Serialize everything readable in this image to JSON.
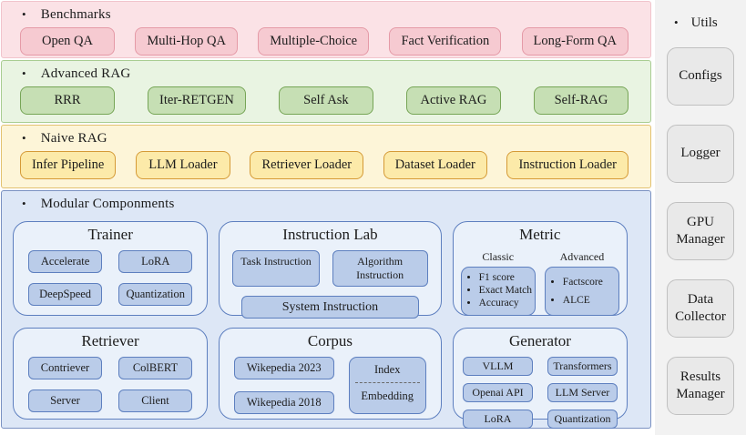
{
  "bullet": "•",
  "colors": {
    "pink_band": "#fbe2e6",
    "pink_chip": "#f6cad1",
    "pink_border": "#e59aa7",
    "green_band": "#e9f4e2",
    "green_chip": "#c6dfb4",
    "green_border": "#76a556",
    "yellow_band": "#fdf5d8",
    "yellow_chip": "#fceaa9",
    "yellow_border": "#d59a36",
    "blue_band": "#dde7f6",
    "blue_chip": "#bacce9",
    "blue_border": "#5d7fbf",
    "utils_bg": "#f2f2f2",
    "utils_box": "#e9e9e9",
    "utils_border": "#c0c0c0"
  },
  "sections": {
    "benchmarks": {
      "label": "Benchmarks",
      "items": [
        "Open QA",
        "Multi-Hop QA",
        "Multiple-Choice",
        "Fact Verification",
        "Long-Form QA"
      ]
    },
    "advanced_rag": {
      "label": "Advanced RAG",
      "items": [
        "RRR",
        "Iter-RETGEN",
        "Self Ask",
        "Active RAG",
        "Self-RAG"
      ]
    },
    "naive_rag": {
      "label": "Naive RAG",
      "items": [
        "Infer Pipeline",
        "LLM Loader",
        "Retriever Loader",
        "Dataset Loader",
        "Instruction Loader"
      ]
    },
    "modular": {
      "label": "Modular Componments",
      "trainer": {
        "title": "Trainer",
        "chips": [
          "Accelerate",
          "LoRA",
          "DeepSpeed",
          "Quantization"
        ]
      },
      "instruction_lab": {
        "title": "Instruction Lab",
        "chips": [
          "Task Instruction",
          "Algorithm Instruction"
        ],
        "wide_chip": "System Instruction"
      },
      "metric": {
        "title": "Metric",
        "classic_label": "Classic",
        "classic_items": [
          "F1 score",
          "Exact Match",
          "Accuracy"
        ],
        "advanced_label": "Advanced",
        "advanced_items": [
          "Factscore",
          "ALCE"
        ]
      },
      "retriever": {
        "title": "Retriever",
        "chips": [
          "Contriever",
          "ColBERT",
          "Server",
          "Client"
        ]
      },
      "corpus": {
        "title": "Corpus",
        "chips": [
          "Wikepedia 2023",
          "Wikepedia 2018"
        ],
        "index_label": "Index",
        "embedding_label": "Embedding"
      },
      "generator": {
        "title": "Generator",
        "chips": [
          "VLLM",
          "Transformers",
          "Openai API",
          "LLM Server",
          "LoRA",
          "Quantization"
        ]
      }
    },
    "utils": {
      "label": "Utils",
      "items": [
        "Configs",
        "Logger",
        "GPU Manager",
        "Data Collector",
        "Results Manager"
      ]
    }
  }
}
